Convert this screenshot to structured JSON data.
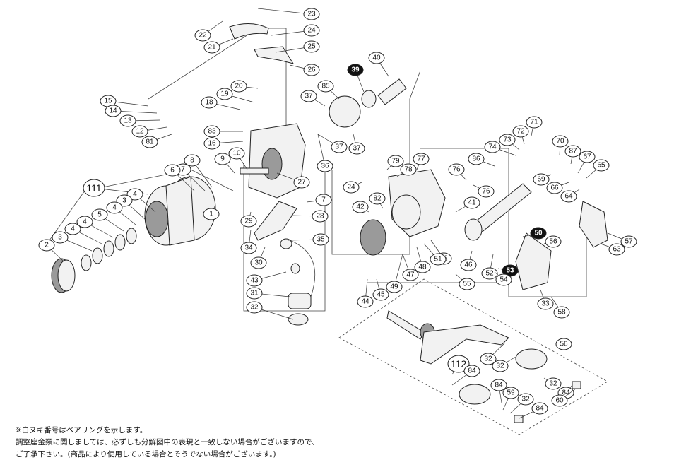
{
  "callouts": [
    {
      "label": "23"
    },
    {
      "label": "22"
    },
    {
      "label": "24"
    },
    {
      "label": "21"
    },
    {
      "label": "25"
    },
    {
      "label": "26"
    },
    {
      "label": "40"
    },
    {
      "label": "39",
      "black": true
    },
    {
      "label": "20"
    },
    {
      "label": "85"
    },
    {
      "label": "15"
    },
    {
      "label": "19"
    },
    {
      "label": "37"
    },
    {
      "label": "18"
    },
    {
      "label": "14"
    },
    {
      "label": "13"
    },
    {
      "label": "12"
    },
    {
      "label": "81"
    },
    {
      "label": "83"
    },
    {
      "label": "16"
    },
    {
      "label": "71"
    },
    {
      "label": "72"
    },
    {
      "label": "73"
    },
    {
      "label": "74"
    },
    {
      "label": "70"
    },
    {
      "label": "87"
    },
    {
      "label": "67"
    },
    {
      "label": "65"
    },
    {
      "label": "86"
    },
    {
      "label": "77"
    },
    {
      "label": "79"
    },
    {
      "label": "78"
    },
    {
      "label": "76"
    },
    {
      "label": "69"
    },
    {
      "label": "66"
    },
    {
      "label": "64"
    },
    {
      "label": "76"
    },
    {
      "label": "37"
    },
    {
      "label": "37"
    },
    {
      "label": "36"
    },
    {
      "label": "8"
    },
    {
      "label": "9"
    },
    {
      "label": "10"
    },
    {
      "label": "7"
    },
    {
      "label": "6"
    },
    {
      "label": "27"
    },
    {
      "label": "111",
      "big": true
    },
    {
      "label": "4"
    },
    {
      "label": "3"
    },
    {
      "label": "4"
    },
    {
      "label": "5"
    },
    {
      "label": "4"
    },
    {
      "label": "4"
    },
    {
      "label": "3"
    },
    {
      "label": "2"
    },
    {
      "label": "1"
    },
    {
      "label": "7"
    },
    {
      "label": "28"
    },
    {
      "label": "29"
    },
    {
      "label": "34"
    },
    {
      "label": "35"
    },
    {
      "label": "30"
    },
    {
      "label": "24"
    },
    {
      "label": "82"
    },
    {
      "label": "42"
    },
    {
      "label": "41"
    },
    {
      "label": "50",
      "black": true
    },
    {
      "label": "56"
    },
    {
      "label": "57"
    },
    {
      "label": "63"
    },
    {
      "label": "62"
    },
    {
      "label": "51"
    },
    {
      "label": "48"
    },
    {
      "label": "47"
    },
    {
      "label": "46"
    },
    {
      "label": "52"
    },
    {
      "label": "53",
      "black": true
    },
    {
      "label": "54"
    },
    {
      "label": "55"
    },
    {
      "label": "49"
    },
    {
      "label": "45"
    },
    {
      "label": "44"
    },
    {
      "label": "43"
    },
    {
      "label": "31"
    },
    {
      "label": "32"
    },
    {
      "label": "33"
    },
    {
      "label": "58"
    },
    {
      "label": "56"
    },
    {
      "label": "112",
      "big": true
    },
    {
      "label": "32"
    },
    {
      "label": "84"
    },
    {
      "label": "32"
    },
    {
      "label": "84"
    },
    {
      "label": "32"
    },
    {
      "label": "84"
    },
    {
      "label": "59"
    },
    {
      "label": "60"
    },
    {
      "label": "32"
    },
    {
      "label": "84"
    },
    {
      "label": "59"
    },
    {
      "label": "60"
    }
  ],
  "notes": {
    "line1": "※白ヌキ番号はベアリングを示します。",
    "line2": "調整座金類に関しましては、必ずしも分解図中の表現と一致しない場合がございますので、",
    "line3": "ご了承下さい。(商品により使用している場合とそうでない場合がございます。)"
  }
}
